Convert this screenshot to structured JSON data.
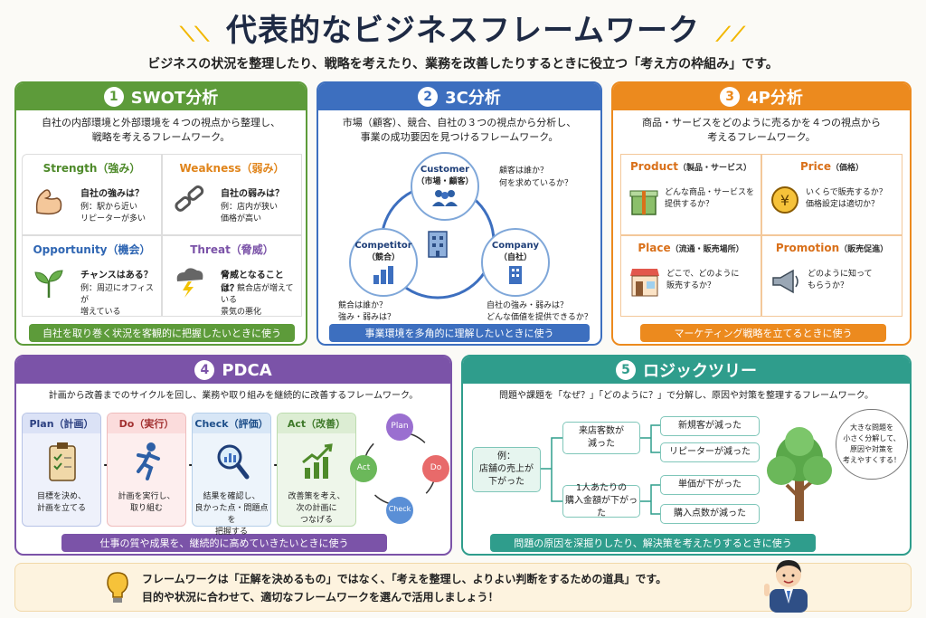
{
  "title": "代表的なビジネスフレームワーク",
  "subtitle": "ビジネスの状況を整理したり、戦略を考えたり、業務を改善したりするときに役立つ「考え方の枠組み」です。",
  "swot": {
    "num": "1",
    "title": "SWOT分析",
    "desc": "自社の内部環境と外部環境を４つの視点から整理し、\n戦略を考えるフレームワーク。",
    "strength": {
      "head": "Strength（強み）",
      "q": "自社の強みは？",
      "ex": "例：駅から近い\nリピーターが多い"
    },
    "weakness": {
      "head": "Weakness（弱み）",
      "q": "自社の弱みは？",
      "ex": "例：店内が狭い\n価格が高い"
    },
    "opportunity": {
      "head": "Opportunity（機会）",
      "q": "チャンスはある？",
      "ex": "例：周辺にオフィスが\n増えている"
    },
    "threat": {
      "head": "Threat（脅威）",
      "q": "脅威となることは？",
      "ex": "例：競合店が増えている\n景気の悪化"
    },
    "footer": "自社を取り巻く状況を客観的に把握したいときに使う",
    "color": "#5d9b3a"
  },
  "c3": {
    "num": "2",
    "title": "3C分析",
    "desc": "市場（顧客）、競合、自社の３つの視点から分析し、\n事業の成功要因を見つけるフレームワーク。",
    "customer": {
      "name": "Customer",
      "sub": "（市場・顧客）",
      "note": "顧客は誰か？\n何を求めているか？"
    },
    "competitor": {
      "name": "Competitor",
      "sub": "（競合）",
      "note": "競合は誰か？\n強み・弱みは？"
    },
    "company": {
      "name": "Company",
      "sub": "（自社）",
      "note": "自社の強み・弱みは？\nどんな価値を提供できるか？"
    },
    "footer": "事業環境を多角的に理解したいときに使う",
    "color": "#3d6fbf"
  },
  "p4": {
    "num": "3",
    "title": "4P分析",
    "desc": "商品・サービスをどのように売るかを４つの視点から\n考えるフレームワーク。",
    "product": {
      "head": "Product",
      "sub": "（製品・サービス）",
      "q": "どんな商品・サービスを\n提供するか？"
    },
    "price": {
      "head": "Price",
      "sub": "（価格）",
      "q": "いくらで販売するか？\n価格設定は適切か？"
    },
    "place": {
      "head": "Place",
      "sub": "（流通・販売場所）",
      "q": "どこで、どのように\n販売するか？"
    },
    "promotion": {
      "head": "Promotion",
      "sub": "（販売促進）",
      "q": "どのように知って\nもらうか？"
    },
    "footer": "マーケティング戦略を立てるときに使う",
    "color": "#ec8a1e"
  },
  "pdca": {
    "num": "4",
    "title": "PDCA",
    "desc": "計画から改善までのサイクルを回し、業務や取り組みを継続的に改善するフレームワーク。",
    "steps": [
      {
        "head": "Plan（計画）",
        "text": "目標を決め、\n計画を立てる"
      },
      {
        "head": "Do（実行）",
        "text": "計画を実行し、\n取り組む"
      },
      {
        "head": "Check（評価）",
        "text": "結果を確認し、\n良かった点・問題点を\n把握する"
      },
      {
        "head": "Act（改善）",
        "text": "改善策を考え、\n次の計画に\nつなげる"
      }
    ],
    "cycle": [
      "Plan",
      "Do",
      "Check",
      "Act"
    ],
    "footer": "仕事の質や成果を、継続的に高めていきたいときに使う",
    "color": "#7b53a8"
  },
  "logic": {
    "num": "5",
    "title": "ロジックツリー",
    "desc": "問題や課題を「なぜ？」「どのように？」で分解し、原因や対策を整理するフレームワーク。",
    "root": "例：\n店舗の売上が\n下がった",
    "mid": [
      "来店客数が\n減った",
      "1人あたりの\n購入金額が下がった"
    ],
    "leaves": [
      "新規客が減った",
      "リピーターが減った",
      "単価が下がった",
      "購入点数が減った"
    ],
    "bubble": "大きな問題を\n小さく分解して、\n原因や対策を\n考えやすくする！",
    "footer": "問題の原因を深掘りしたり、解決策を考えたりするときに使う",
    "color": "#2f9d8c"
  },
  "bottom": {
    "line1": "フレームワークは「正解を決めるもの」ではなく、「考えを整理し、よりよい判断をするための道具」です。",
    "line2": "目的や状況に合わせて、適切なフレームワークを選んで活用しましょう！"
  }
}
